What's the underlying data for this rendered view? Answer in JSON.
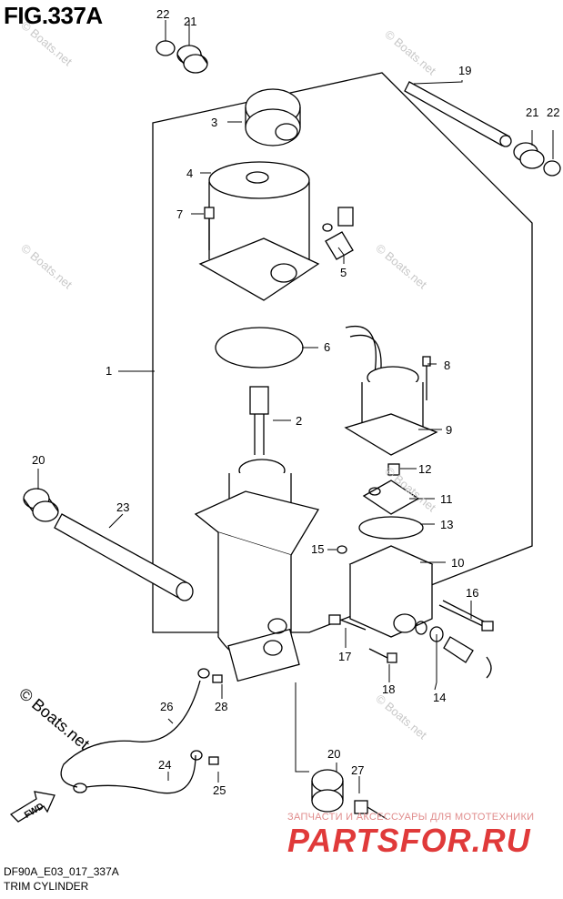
{
  "figure": {
    "title": "FIG.337A",
    "code": "DF90A_E03_017_337A",
    "name": "TRIM CYLINDER"
  },
  "watermarks": {
    "diagonal": "© Boats.net",
    "copyright": "© Boats.net",
    "shop_tagline": "ЗАПЧАСТИ И АКСЕССУАРЫ ДЛЯ МОТОТЕХНИКИ",
    "shop_brand": "PARTSFOR.RU"
  },
  "direction_label": "FWD",
  "callouts": [
    "1",
    "2",
    "3",
    "4",
    "5",
    "6",
    "7",
    "8",
    "9",
    "10",
    "11",
    "12",
    "13",
    "14",
    "15",
    "16",
    "17",
    "18",
    "19",
    "20",
    "20",
    "21",
    "21",
    "22",
    "22",
    "23",
    "24",
    "25",
    "26",
    "27",
    "28"
  ]
}
